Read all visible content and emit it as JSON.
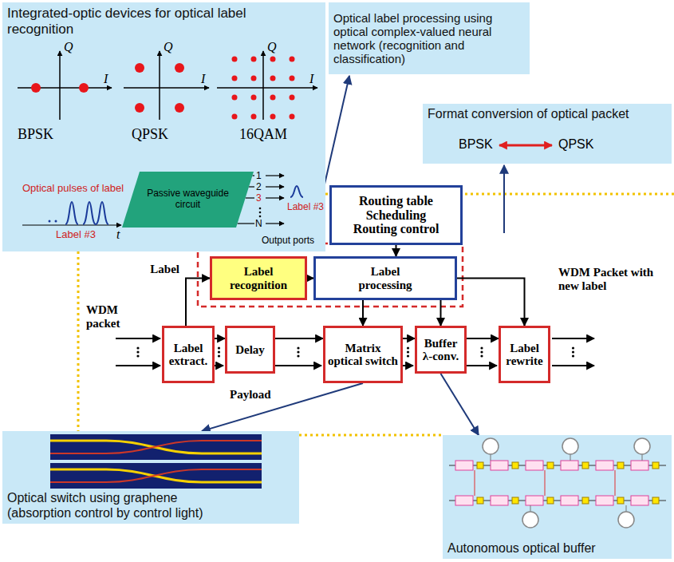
{
  "diagram": {
    "nodes": [
      {
        "text": [
          "Integrated-optic devices for optical label recognition"
        ]
      },
      {
        "text": [
          "Passive waveguide circuit"
        ],
        "in": 0
      },
      {
        "text": [
          "Optical label processing using optical complex-valued neural network (recognition and classification)"
        ]
      },
      {
        "text": [
          "Format conversion of optical packet"
        ]
      },
      {
        "text": [
          "Routing table Scheduling Routing control"
        ]
      },
      {
        "text": [
          "Label recognition"
        ]
      },
      {
        "text": [
          "Label processing"
        ]
      },
      {
        "text": [
          "Label extract."
        ]
      },
      {
        "text": [
          "Delay"
        ]
      },
      {
        "text": [
          "Matrix optical switch"
        ]
      },
      {
        "text": [
          "Buffer λ-conv."
        ]
      },
      {
        "text": [
          "Label rewrite"
        ]
      },
      {
        "text": [
          "Optical switch using graphene (absorption control by control light)"
        ]
      },
      {
        "text": [
          "Autonomous optical buffer"
        ]
      }
    ],
    "edges": [
      {
        "from": 7,
        "to": 5,
        "arrow": "to",
        "label": "Label"
      },
      {
        "from": 5,
        "to": 6,
        "arrow": "to"
      },
      {
        "from": 4,
        "to": 6,
        "arrow": "to"
      },
      {
        "from": 6,
        "to": 9,
        "arrow": "to"
      },
      {
        "from": 6,
        "to": 10,
        "arrow": "to"
      },
      {
        "from": 6,
        "to": 11,
        "arrow": "to"
      },
      {
        "from": 7,
        "to": 8,
        "arrow": "to"
      },
      {
        "from": 8,
        "to": 9,
        "arrow": "to"
      },
      {
        "from": 9,
        "to": 10,
        "arrow": "to"
      },
      {
        "from": 10,
        "to": 11,
        "arrow": "to"
      },
      {
        "from": 9,
        "to": 12,
        "arrow": "to"
      },
      {
        "from": 10,
        "to": 13,
        "arrow": "to"
      }
    ],
    "labels": [
      "Q",
      "I",
      "BPSK",
      "Q",
      "I",
      "QPSK",
      "Q",
      "I",
      "16QAM",
      "Optical pulses of label",
      "Label #3",
      "t",
      "1",
      "2",
      "3",
      "N",
      "Label #3",
      "Output ports",
      "BPSK",
      "QPSK",
      "WDM packet",
      "Payload",
      "WDM Packet with new label"
    ]
  }
}
